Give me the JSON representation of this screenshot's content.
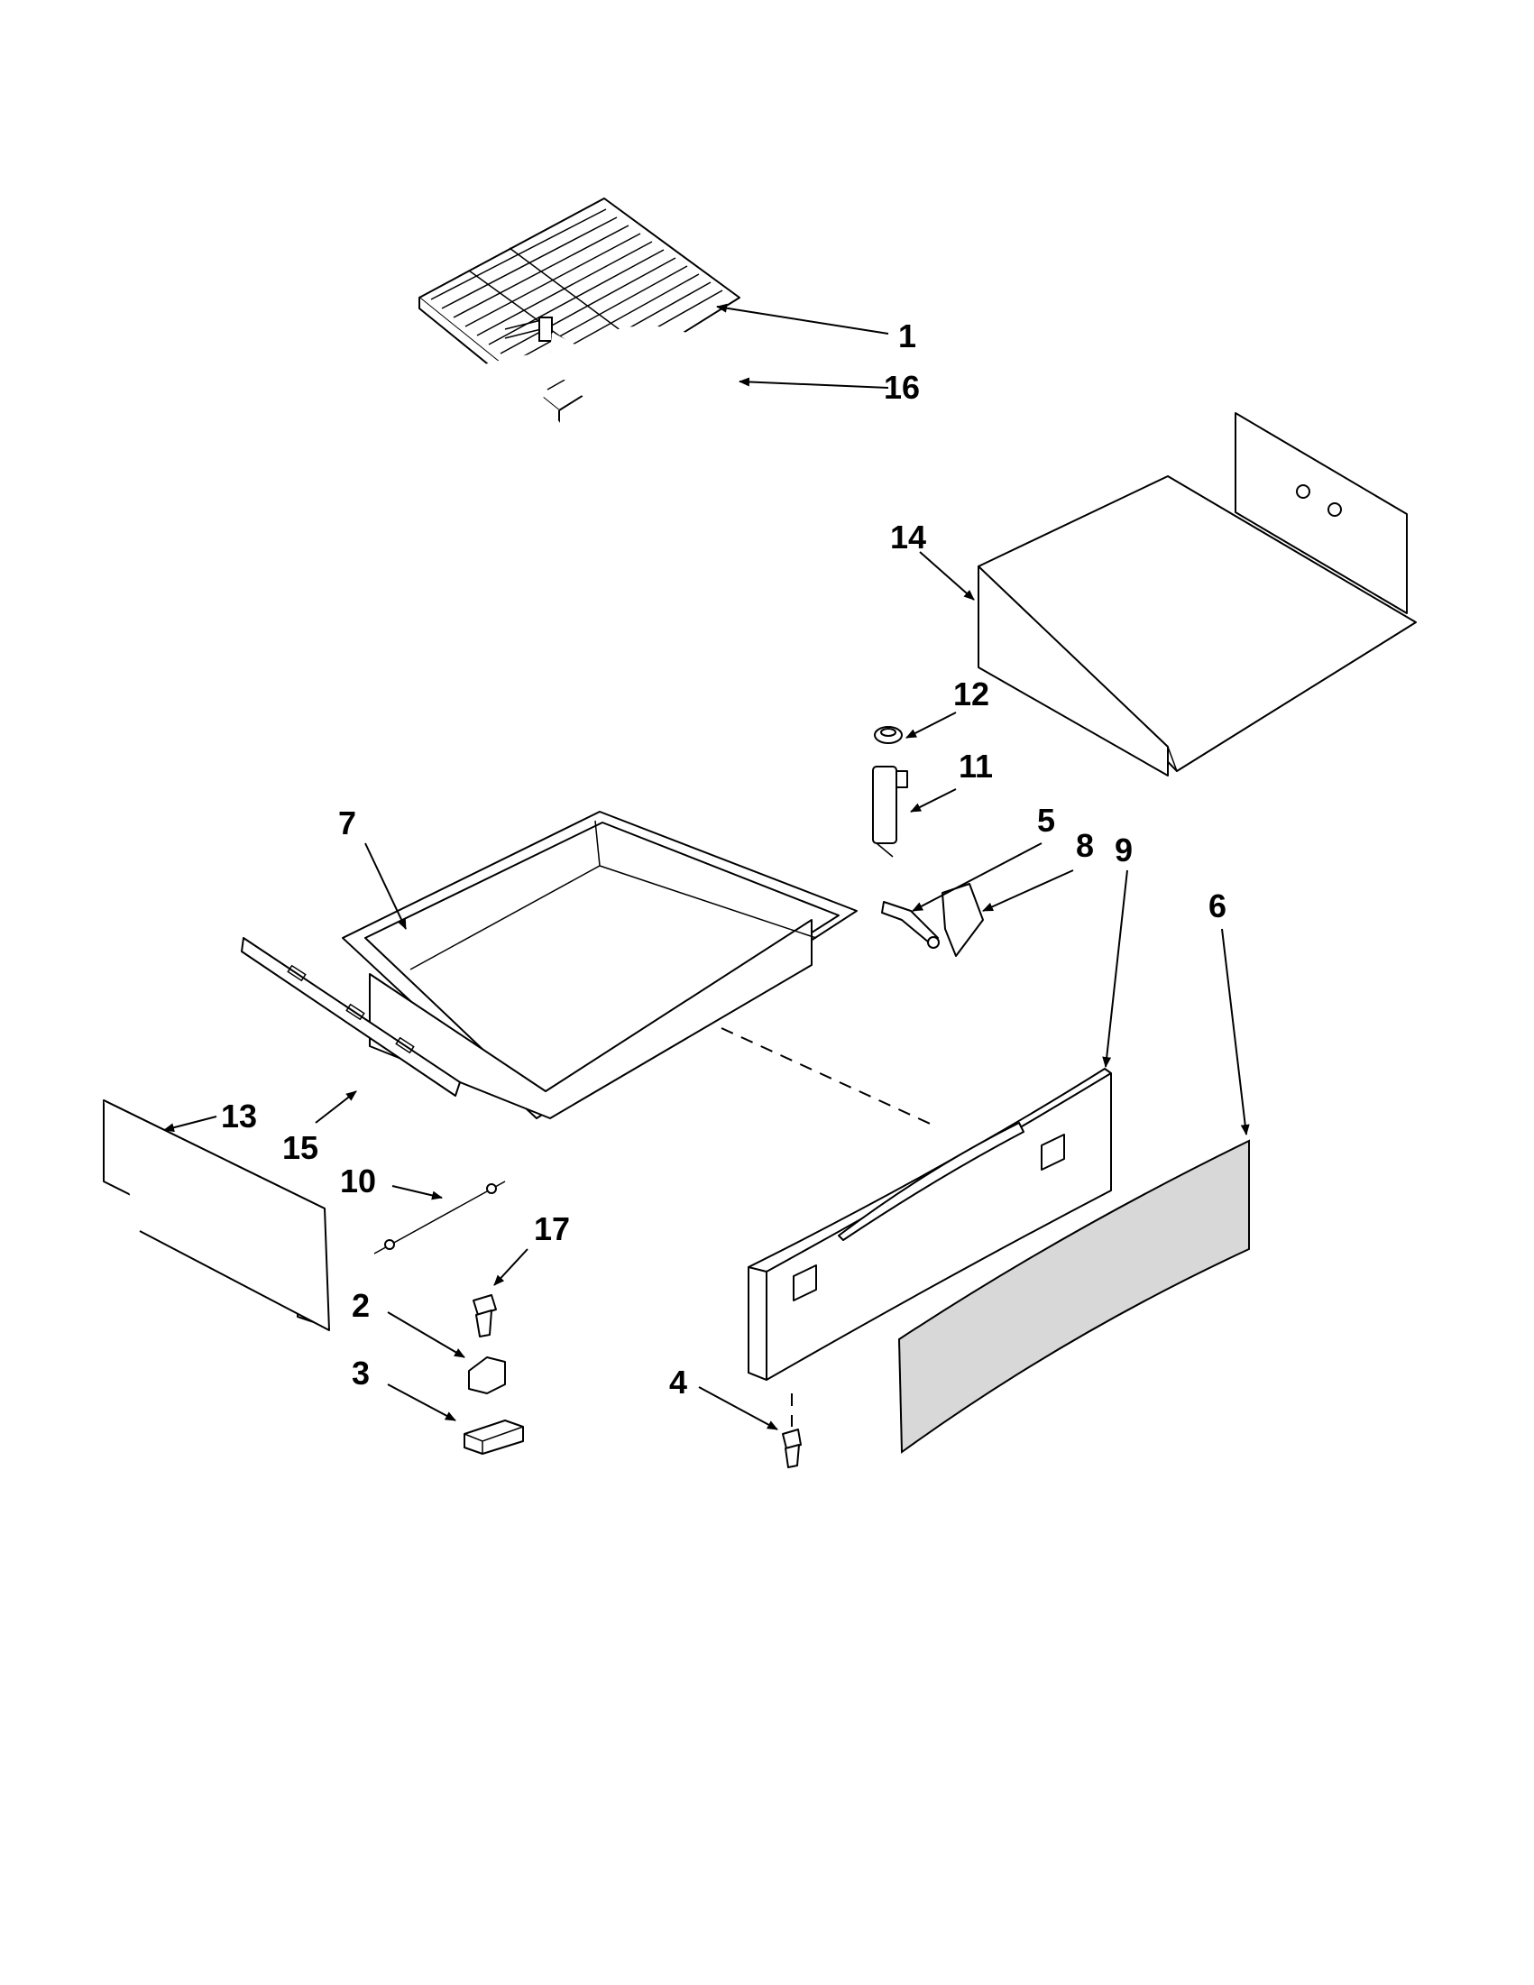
{
  "diagram": {
    "callouts": [
      {
        "id": "1",
        "text": "1"
      },
      {
        "id": "2",
        "text": "2"
      },
      {
        "id": "3",
        "text": "3"
      },
      {
        "id": "4",
        "text": "4"
      },
      {
        "id": "5",
        "text": "5"
      },
      {
        "id": "6",
        "text": "6"
      },
      {
        "id": "7",
        "text": "7"
      },
      {
        "id": "8",
        "text": "8"
      },
      {
        "id": "9",
        "text": "9"
      },
      {
        "id": "10",
        "text": "10"
      },
      {
        "id": "11",
        "text": "11"
      },
      {
        "id": "12",
        "text": "12"
      },
      {
        "id": "13",
        "text": "13"
      },
      {
        "id": "14",
        "text": "14"
      },
      {
        "id": "15",
        "text": "15"
      },
      {
        "id": "16",
        "text": "16"
      },
      {
        "id": "17",
        "text": "17"
      }
    ],
    "colors": {
      "ink": "#000000",
      "paper": "#ffffff",
      "panel_shade": "#d8d8d8"
    }
  }
}
